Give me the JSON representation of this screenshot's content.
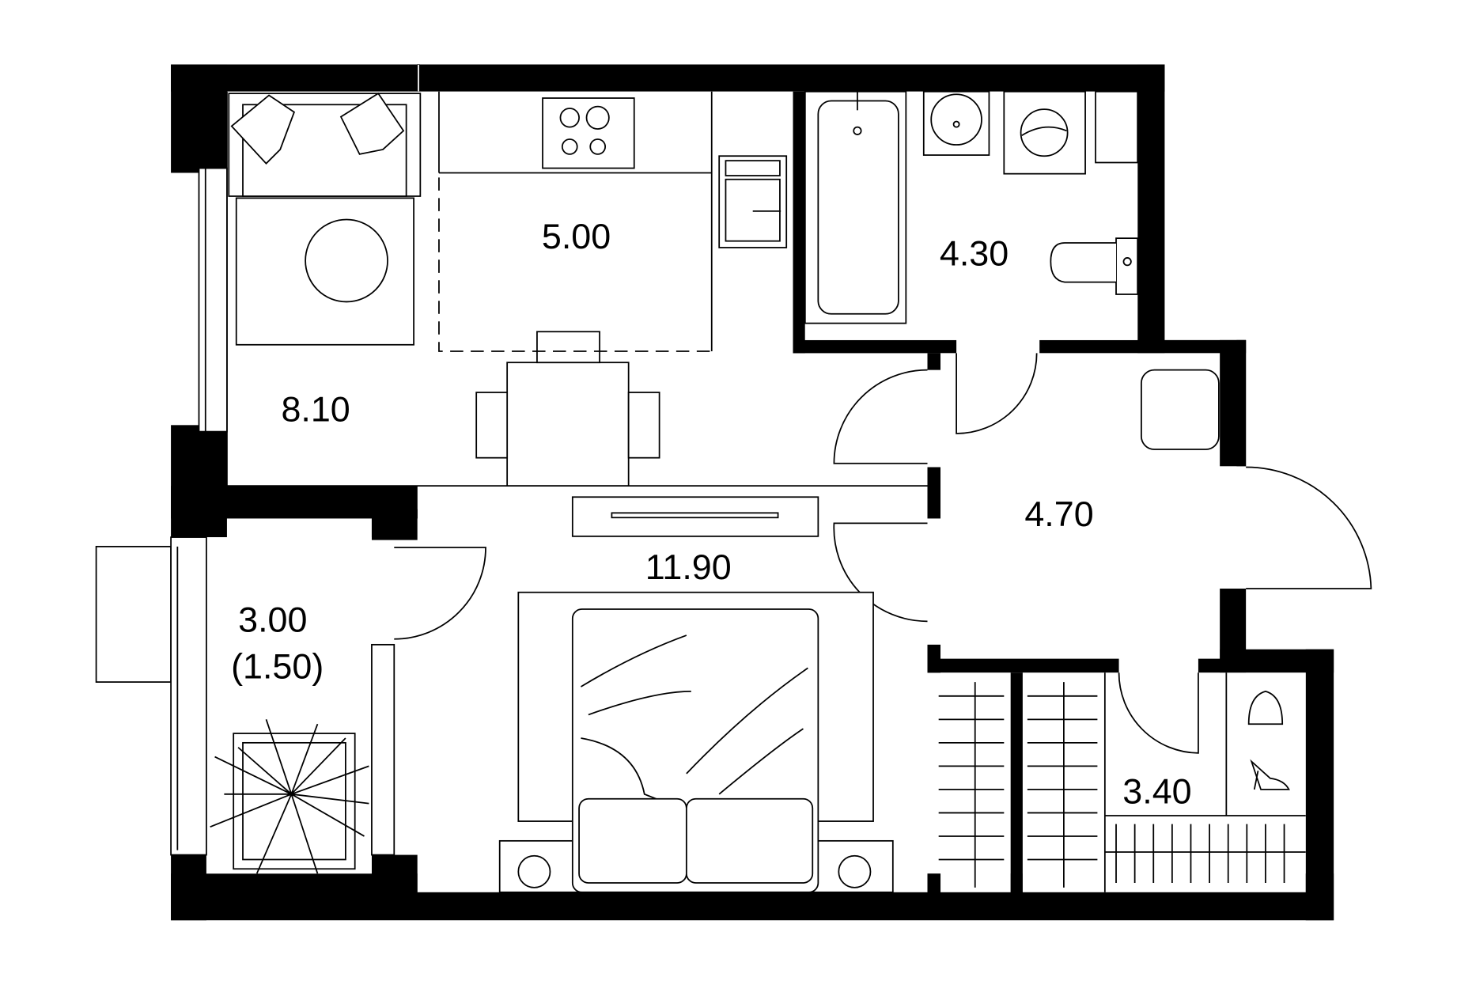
{
  "plan": {
    "rooms": [
      {
        "id": "kitchen",
        "area": "5.00"
      },
      {
        "id": "bathroom",
        "area": "4.30"
      },
      {
        "id": "living",
        "area": "8.10"
      },
      {
        "id": "hall",
        "area": "4.70"
      },
      {
        "id": "bedroom",
        "area": "11.90"
      },
      {
        "id": "balcony",
        "area": "3.00",
        "area_reduced": "(1.50)"
      },
      {
        "id": "wardrobe",
        "area": "3.40"
      }
    ]
  },
  "colors": {
    "wall": "#000000",
    "floor": "#ffffff"
  }
}
